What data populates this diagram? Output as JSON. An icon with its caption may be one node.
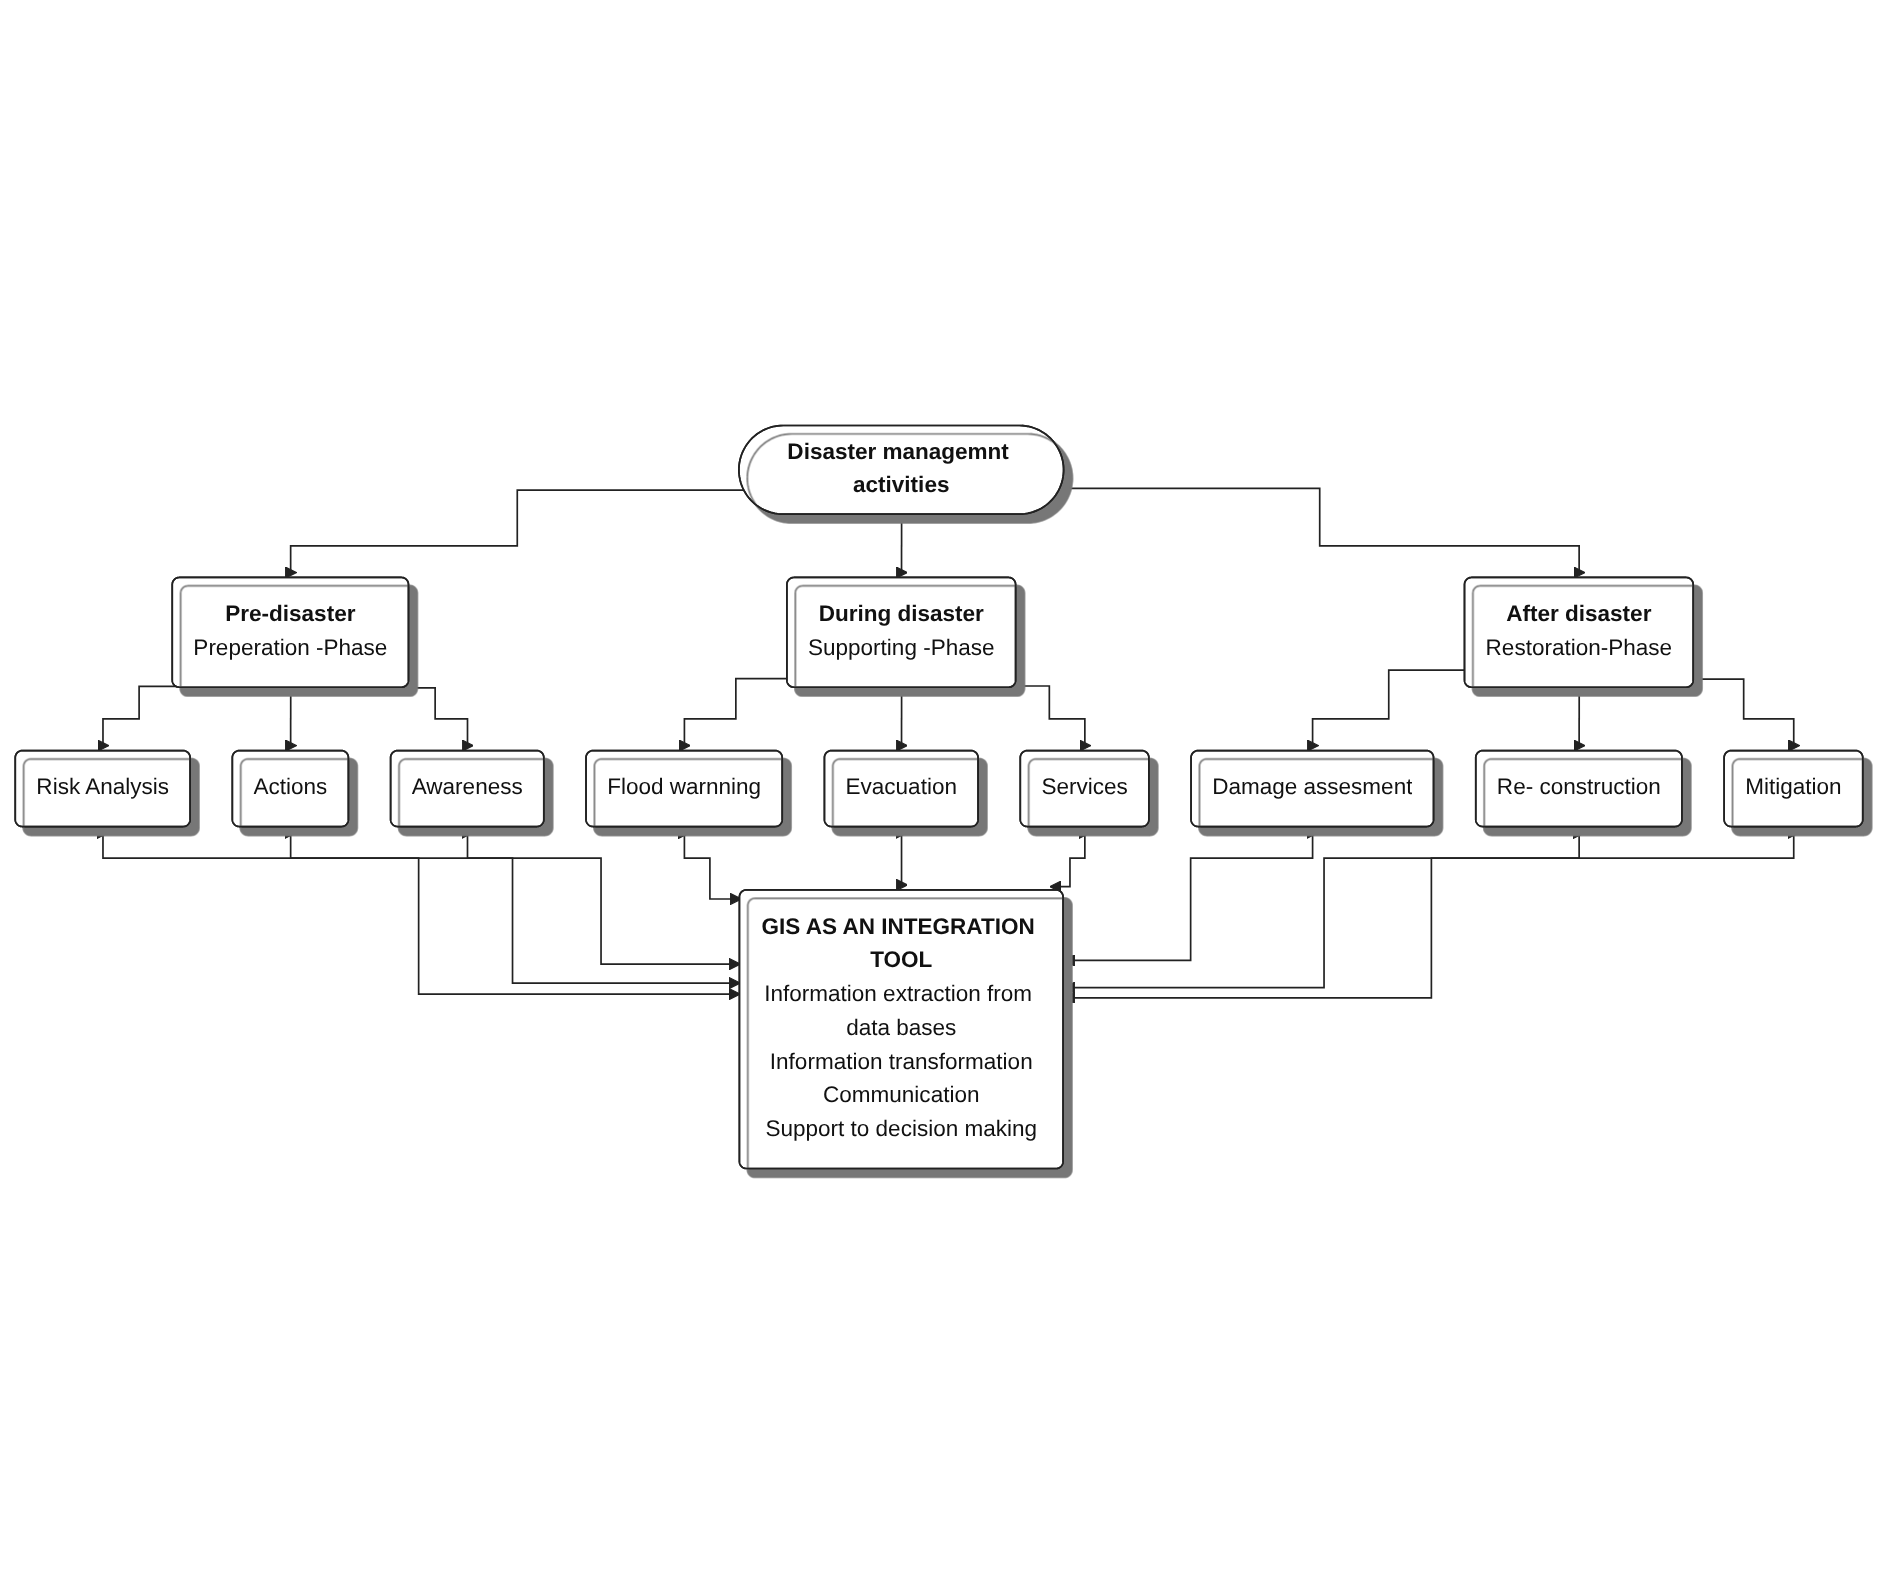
{
  "diagram": {
    "nodes": [
      {
        "text": [
          "Disaster managemnt activities"
        ]
      },
      {
        "text": [
          "Pre-disaster",
          "Preperation -Phase"
        ]
      },
      {
        "text": [
          "Risk Analysis"
        ]
      },
      {
        "text": [
          "Actions"
        ]
      },
      {
        "text": [
          "Awareness"
        ]
      },
      {
        "text": [
          "During disaster",
          "Supporting -Phase"
        ]
      },
      {
        "text": [
          "Flood warnning"
        ]
      },
      {
        "text": [
          "Evacuation"
        ]
      },
      {
        "text": [
          "Services"
        ]
      },
      {
        "text": [
          "After disaster",
          "Restoration-Phase"
        ]
      },
      {
        "text": [
          "Damage assesment"
        ]
      },
      {
        "text": [
          "Re- construction"
        ]
      },
      {
        "text": [
          "Mitigation"
        ]
      },
      {
        "text": [
          "GIS AS AN INTEGRATION TOOL",
          "Information extraction from data bases",
          "Information transformation",
          "Communication",
          "Support to decision making"
        ]
      }
    ],
    "edges": [
      {
        "from": 0,
        "to": 1,
        "arrow": "to"
      },
      {
        "from": 0,
        "to": 5,
        "arrow": "to"
      },
      {
        "from": 0,
        "to": 9,
        "arrow": "to"
      },
      {
        "from": 1,
        "to": 2,
        "arrow": "to"
      },
      {
        "from": 1,
        "to": 3,
        "arrow": "to"
      },
      {
        "from": 1,
        "to": 4,
        "arrow": "to"
      },
      {
        "from": 5,
        "to": 6,
        "arrow": "to"
      },
      {
        "from": 5,
        "to": 7,
        "arrow": "to"
      },
      {
        "from": 5,
        "to": 8,
        "arrow": "to"
      },
      {
        "from": 9,
        "to": 10,
        "arrow": "to"
      },
      {
        "from": 9,
        "to": 11,
        "arrow": "to"
      },
      {
        "from": 9,
        "to": 12,
        "arrow": "to"
      },
      {
        "from": 2,
        "to": 13,
        "arrow": "both"
      },
      {
        "from": 3,
        "to": 13,
        "arrow": "both"
      },
      {
        "from": 4,
        "to": 13,
        "arrow": "both"
      },
      {
        "from": 6,
        "to": 13,
        "arrow": "both"
      },
      {
        "from": 7,
        "to": 13,
        "arrow": "both"
      },
      {
        "from": 8,
        "to": 13,
        "arrow": "both"
      },
      {
        "from": 10,
        "to": 13,
        "arrow": "both"
      },
      {
        "from": 11,
        "to": 13,
        "arrow": "both"
      },
      {
        "from": 12,
        "to": 13,
        "arrow": "both"
      }
    ]
  }
}
